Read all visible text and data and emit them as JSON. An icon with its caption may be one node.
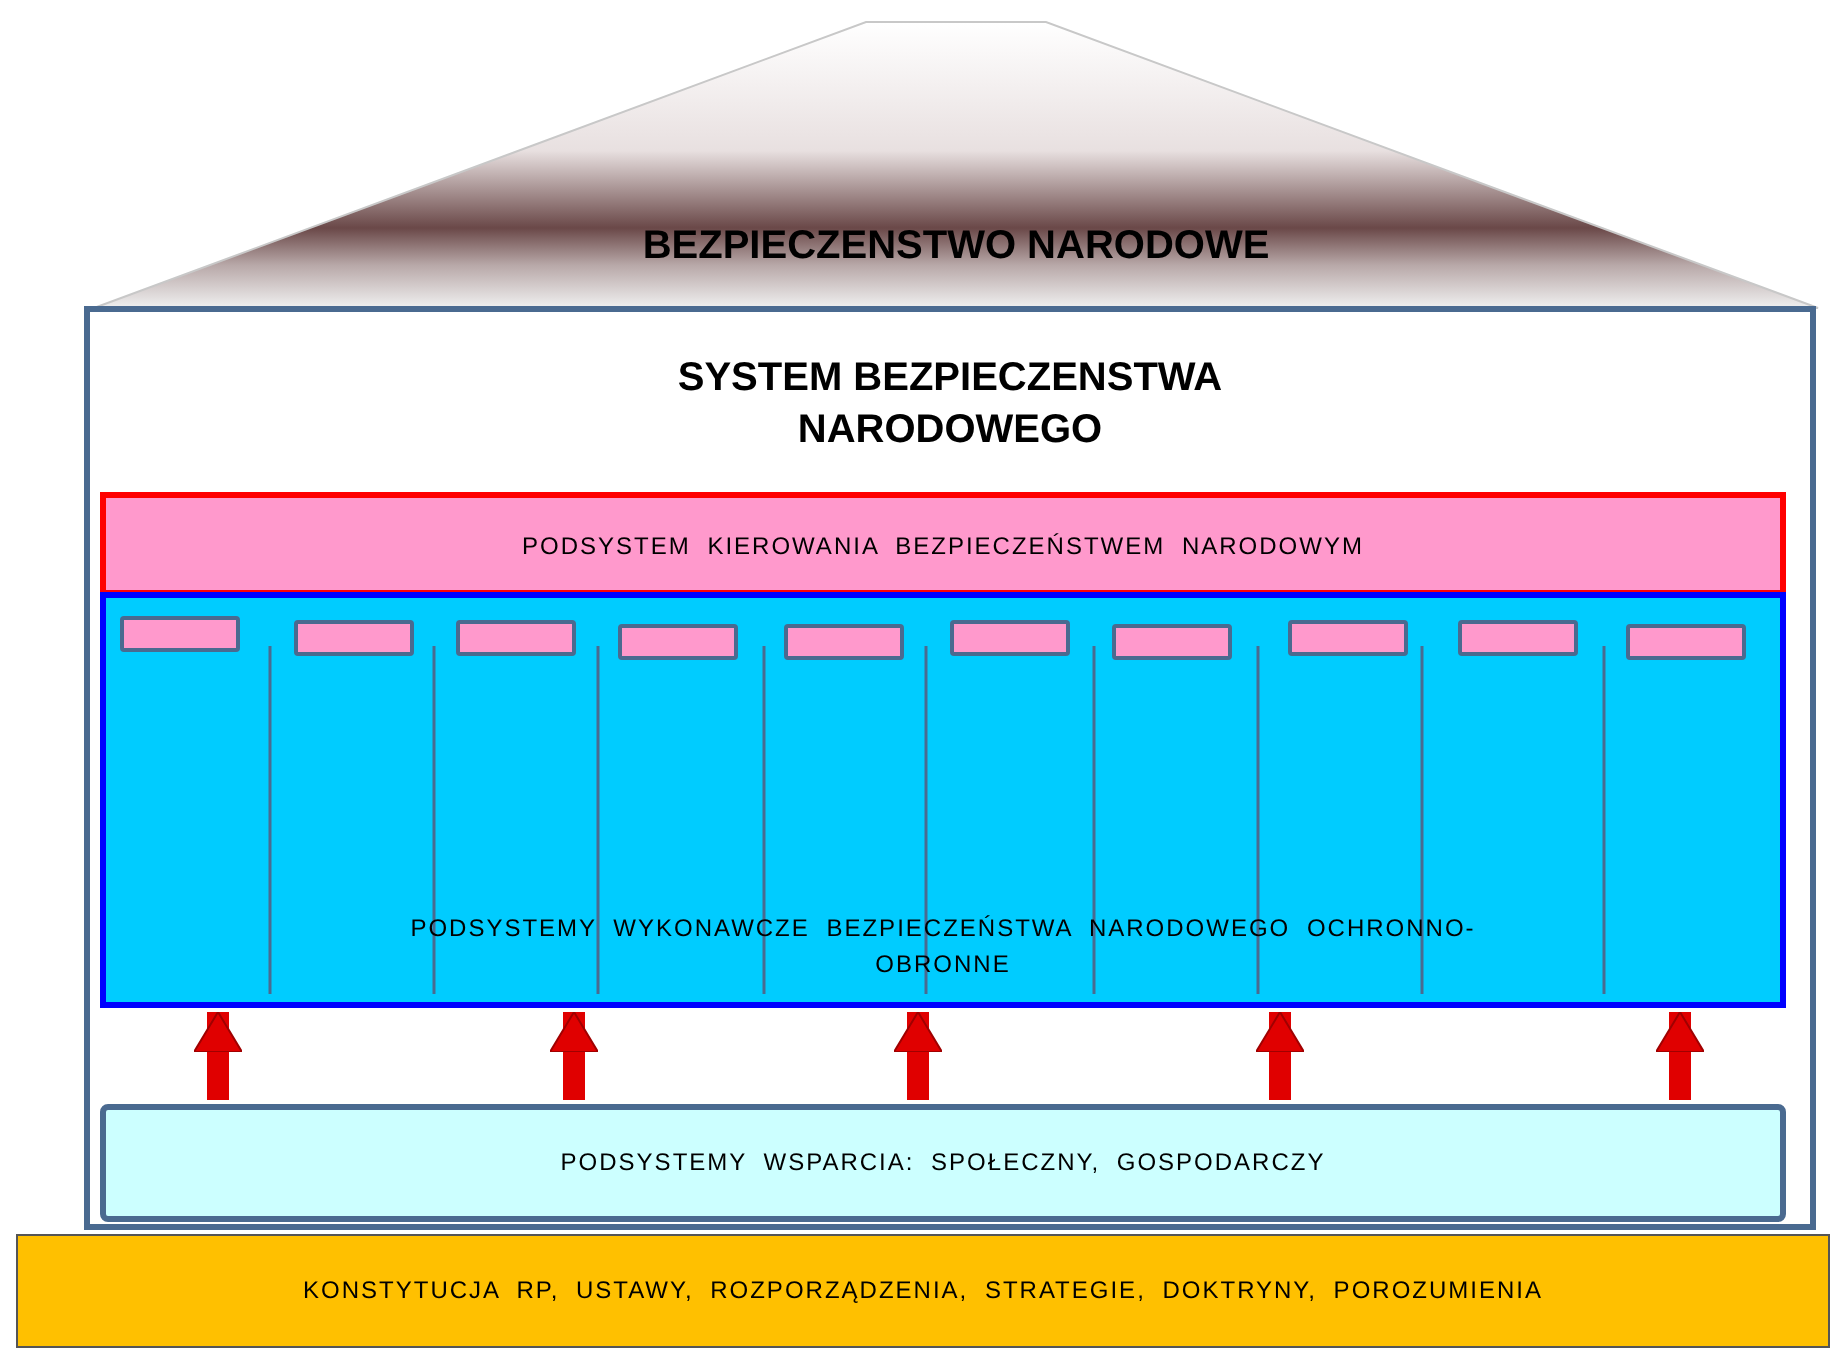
{
  "diagram": {
    "nodes": [
      {
        "text": [
          "BEZPIECZENSTWO NARODOWE"
        ]
      },
      {
        "text": [
          "SYSTEM BEZPIECZENSTWA NARODOWEGO"
        ]
      },
      {
        "text": [
          "PODSYSTEM KIEROWANIA BEZPIECZEŃSTWEM NARODOWYM"
        ],
        "in": 1
      },
      {
        "text": [
          "PODSYSTEMY WYKONAWCZE BEZPIECZEŃSTWA NARODOWEGO OCHRONNO-OBRONNE"
        ],
        "in": 1
      },
      {
        "text": [],
        "shape": "box",
        "in": 3
      },
      {
        "text": [],
        "shape": "box",
        "in": 3
      },
      {
        "text": [],
        "shape": "box",
        "in": 3
      },
      {
        "text": [],
        "shape": "box",
        "in": 3
      },
      {
        "text": [],
        "shape": "box",
        "in": 3
      },
      {
        "text": [],
        "shape": "box",
        "in": 3
      },
      {
        "text": [],
        "shape": "box",
        "in": 3
      },
      {
        "text": [],
        "shape": "box",
        "in": 3
      },
      {
        "text": [],
        "shape": "box",
        "in": 3
      },
      {
        "text": [],
        "shape": "box",
        "in": 3
      },
      {
        "text": [
          "PODSYSTEMY WSPARCIA: SPOŁECZNY, GOSPODARCZY"
        ],
        "in": 1
      },
      {
        "text": [
          "KONSTYTUCJA RP, USTAWY, ROZPORZĄDZENIA, STRATEGIE, DOKTRYNY, POROZUMIENIA"
        ]
      }
    ],
    "edges": [
      {
        "from": 14,
        "to": 3,
        "arrow": "to"
      },
      {
        "from": 14,
        "to": 3,
        "arrow": "to"
      },
      {
        "from": 14,
        "to": 3,
        "arrow": "to"
      },
      {
        "from": 14,
        "to": 3,
        "arrow": "to"
      },
      {
        "from": 14,
        "to": 3,
        "arrow": "to"
      }
    ]
  }
}
